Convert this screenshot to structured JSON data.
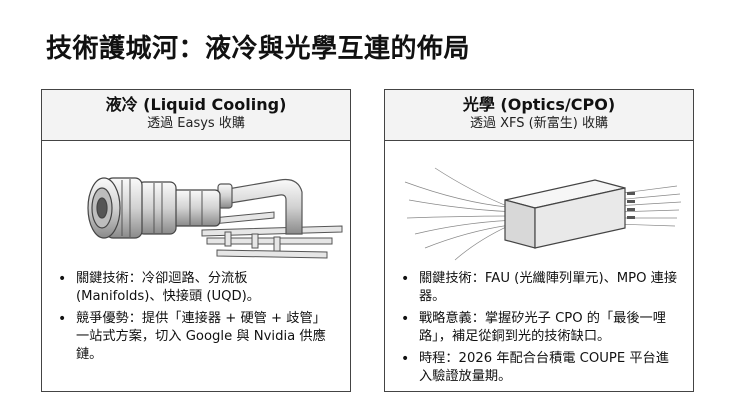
{
  "title": "技術護城河：液冷與光學互連的佈局",
  "left": {
    "heading": "液冷 (Liquid Cooling)",
    "subheading": "透過 Easys 收購",
    "bullets": [
      "關鍵技術：冷卻迴路、分流板 (Manifolds)、快接頭 (UQD)。",
      "競爭優勢：提供「連接器 + 硬管 + 歧管」一站式方案，切入 Google 與 Nvidia 供應鏈。"
    ]
  },
  "right": {
    "heading": "光學 (Optics/CPO)",
    "subheading": "透過 XFS (新富生) 收購",
    "bullets": [
      "關鍵技術：FAU (光纖陣列單元)、MPO 連接器。",
      "戰略意義：掌握矽光子 CPO 的「最後一哩路」，補足從銅到光的技術缺口。",
      "時程：2026 年配合台積電 COUPE 平台進入驗證放量期。"
    ]
  },
  "colors": {
    "border": "#444444",
    "header_bg": "#f3f3f3",
    "text": "#111111"
  },
  "icons": {
    "left_illustration": "liquid-cooling-connector-icon",
    "right_illustration": "optical-connector-fiber-icon"
  }
}
